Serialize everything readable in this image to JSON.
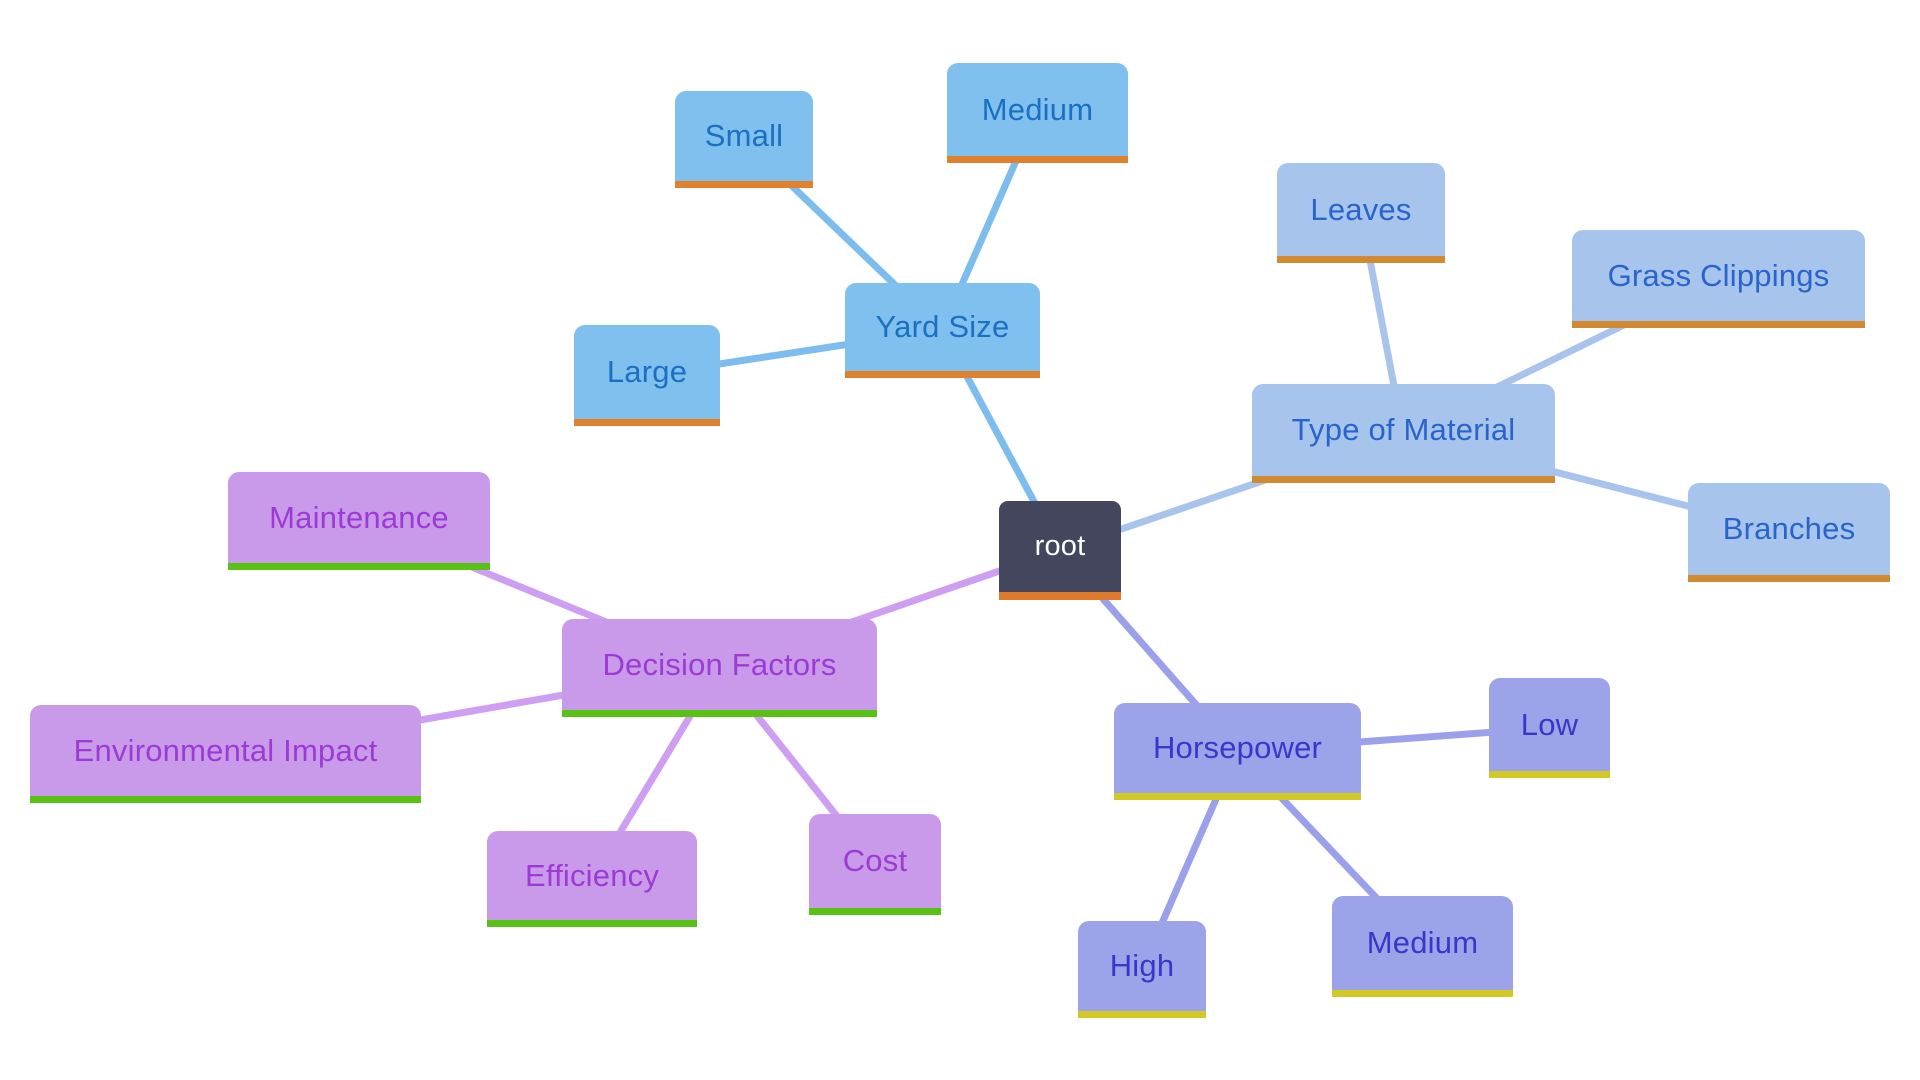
{
  "diagram": {
    "type": "mindmap",
    "root": {
      "label": "root"
    },
    "branches": [
      {
        "label": "Yard Size",
        "children": [
          "Small",
          "Medium",
          "Large"
        ]
      },
      {
        "label": "Type of Material",
        "children": [
          "Leaves",
          "Grass Clippings",
          "Branches"
        ]
      },
      {
        "label": "Decision Factors",
        "children": [
          "Maintenance",
          "Environmental Impact",
          "Efficiency",
          "Cost"
        ]
      },
      {
        "label": "Horsepower",
        "children": [
          "Low",
          "High",
          "Medium"
        ]
      }
    ]
  },
  "colors": {
    "background": "#ffffff",
    "root_fill": "#43465d",
    "root_text": "#ffffff",
    "root_underline": "#df7a2d",
    "yard_fill": "#7fc0ee",
    "yard_text": "#1b70c1",
    "yard_underline": "#e0812e",
    "yard_edge": "#7cbdee",
    "material_fill": "#a7c4ed",
    "material_text": "#2a64ca",
    "material_underline": "#d18a2f",
    "material_edge": "#a9c4ec",
    "decision_fill": "#c99ae9",
    "decision_text": "#9c3bd4",
    "decision_underline": "#57c214",
    "decision_edge": "#cd9ef1",
    "horsepower_fill": "#9ca3e9",
    "horsepower_text": "#3a36c9",
    "horsepower_underline": "#d3c924",
    "horsepower_edge": "#9aa0ea"
  }
}
